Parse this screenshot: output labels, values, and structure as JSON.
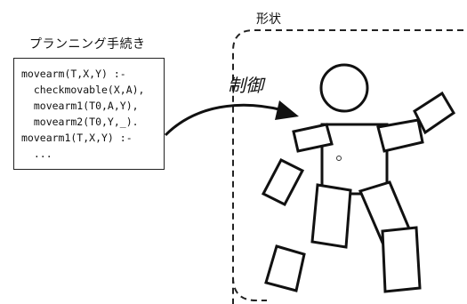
{
  "diagram": {
    "planning_title": "プランニング手続き",
    "code_lines": [
      "movearm(T,X,Y) :-",
      "  checkmovable(X,A),",
      "  movearm1(T0,A,Y),",
      "  movearm2(T0,Y,_).",
      "movearm1(T,X,Y) :-",
      "  ..."
    ],
    "arrow_label": "制御",
    "shape_title": "形状"
  }
}
